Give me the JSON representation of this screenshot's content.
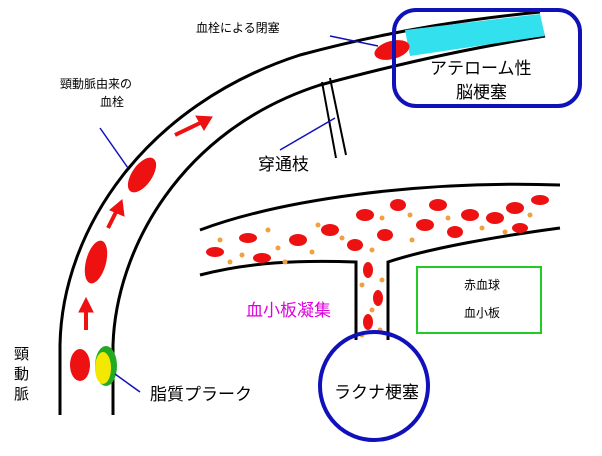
{
  "labels": {
    "embolic_occlusion": "血栓による閉塞",
    "carotid_origin_thrombus_line1": "頸動脈由来の",
    "carotid_origin_thrombus_line2": "血栓",
    "perforating_branch": "穿通枝",
    "atheromatous_infarction_line1": "アテローム性",
    "atheromatous_infarction_line2": "脳梗塞",
    "carotid_artery_chars": [
      "頸",
      "動",
      "脈"
    ],
    "lipid_plaque": "脂質プラーク",
    "platelet_aggregation": "血小板凝集",
    "lacunar_infarction": "ラクナ梗塞"
  },
  "legend": {
    "red_blood_cell": "赤血球",
    "platelet": "血小板"
  },
  "colors": {
    "rbc": "#ee1111",
    "platelet": "#f0a040",
    "occlusion_fill": "#33e0ee",
    "highlight_circle": "#1111bb",
    "legend_border": "#22cc22",
    "aggregation_text": "#dd00dd",
    "arrow": "#ee1111",
    "plaque_yellow": "#f2e800",
    "plaque_green": "#22aa22"
  }
}
